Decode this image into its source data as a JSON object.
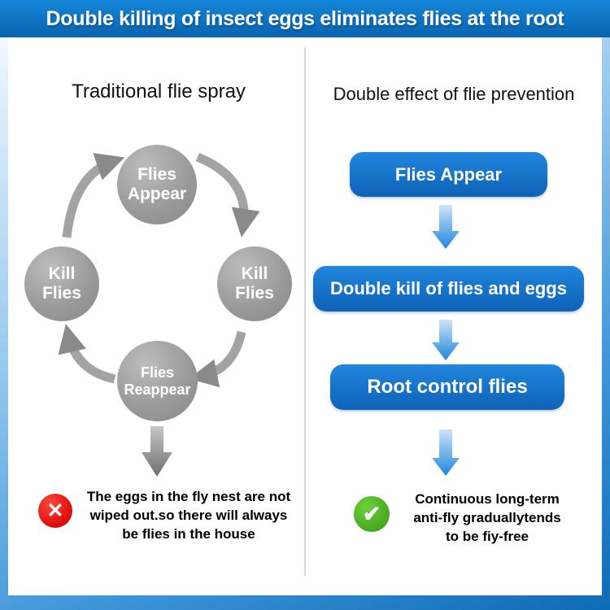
{
  "header": {
    "title": "Double killing of insect eggs eliminates flies at the root"
  },
  "left": {
    "title": "Traditional flie spray",
    "cycle": {
      "top": "Flies\nAppear",
      "right": "Kill\nFlies",
      "bottom": "Flies\nReappear",
      "left": "Kill\nFlies"
    },
    "warning": "The eggs in the fly nest are not\nwiped out.so there will always\nbe flies in the house"
  },
  "right": {
    "title": "Double effect of flie prevention",
    "steps": [
      {
        "label": "Flies Appear"
      },
      {
        "label": "Double kill of flies and eggs"
      },
      {
        "label": "Root control flies"
      }
    ],
    "result": "Continuous long-term\nanti-fly graduallytends\nto be fiy-free"
  },
  "icons": {
    "fail": "✕",
    "success": "✔"
  },
  "colors": {
    "header_blue": "#0c6dbd",
    "step_blue": "#1173cc",
    "arrow_blue": "#1e86de",
    "circle_gray": "#9c9c9c",
    "fail_red": "#e00d0d",
    "success_green": "#47ac1e"
  }
}
